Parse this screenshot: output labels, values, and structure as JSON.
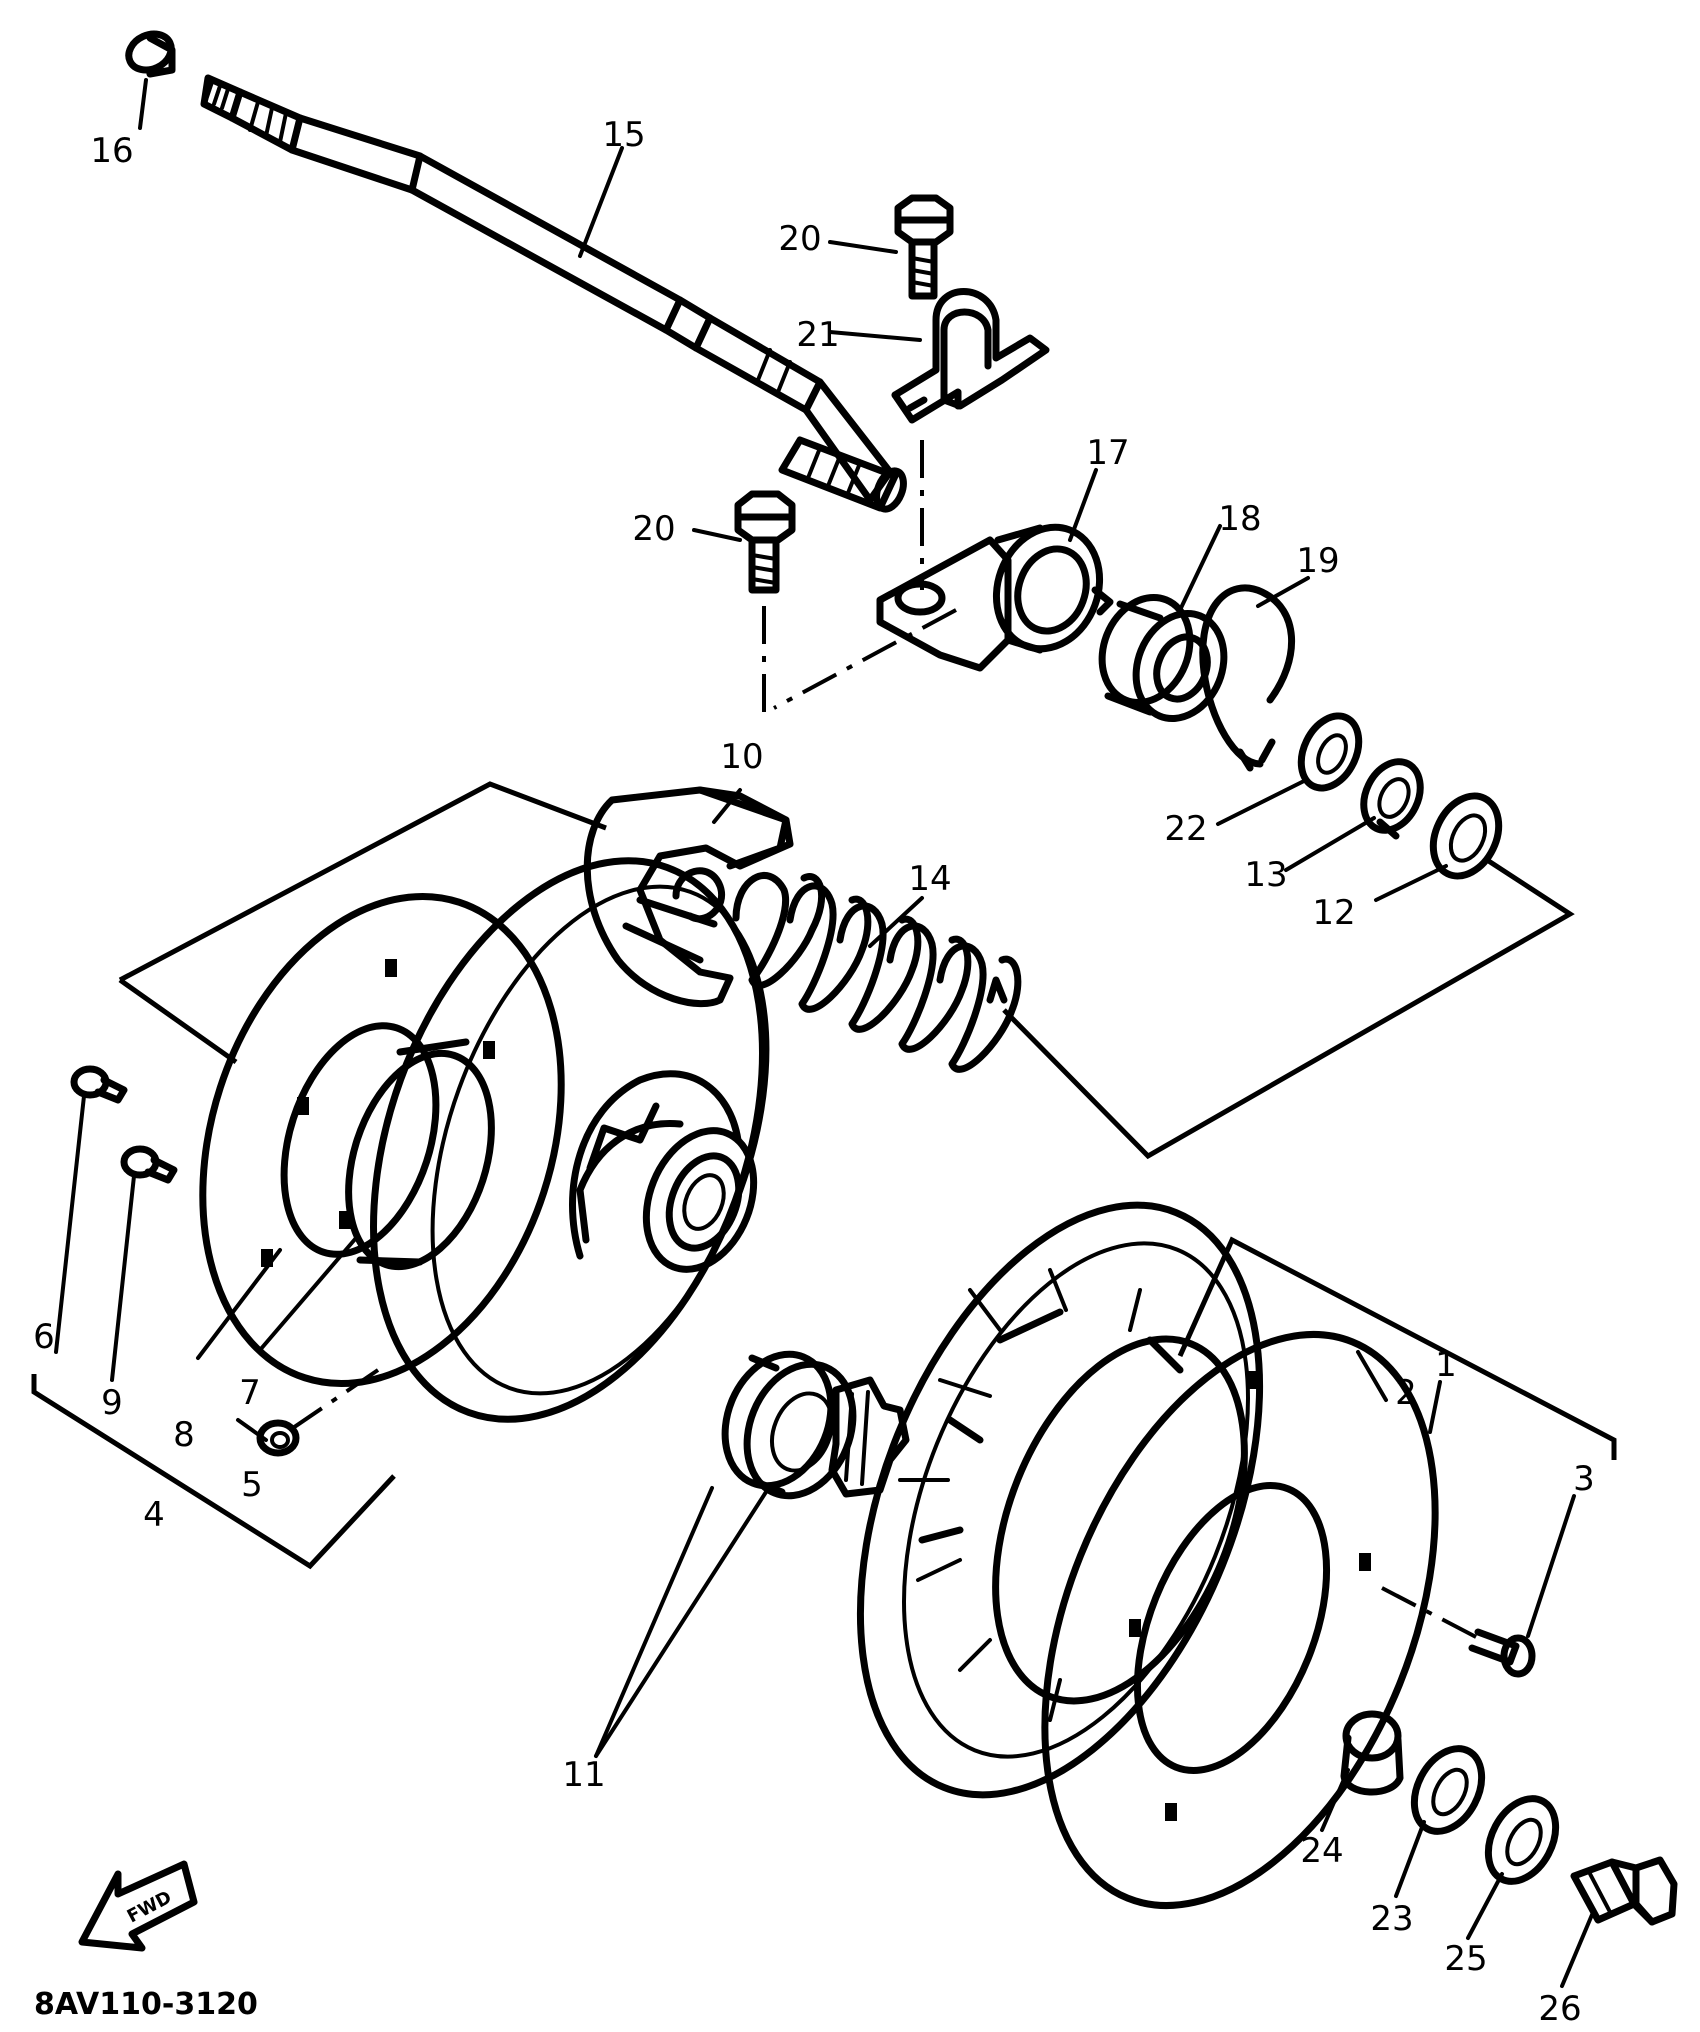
{
  "diagram_code": "8AV110-3120",
  "fwd_label": "FWD",
  "callouts": {
    "c1": "1",
    "c2": "2",
    "c3": "3",
    "c4": "4",
    "c5": "5",
    "c6": "6",
    "c7": "7",
    "c8": "8",
    "c9": "9",
    "c10": "10",
    "c11": "11",
    "c12": "12",
    "c13": "13",
    "c14": "14",
    "c15": "15",
    "c16": "16",
    "c17": "17",
    "c18": "18",
    "c19": "19",
    "c20a": "20",
    "c20b": "20",
    "c21": "21",
    "c22": "22",
    "c23": "23",
    "c24": "24",
    "c25": "25",
    "c26": "26"
  }
}
